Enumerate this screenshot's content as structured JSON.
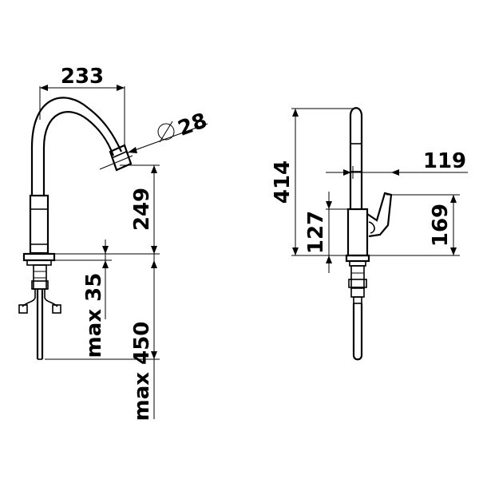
{
  "drawing": {
    "front_view": {
      "width_label": "233",
      "outlet_label": "28",
      "diameter_symbol": "⌀",
      "height_label": "249",
      "max_deck_label": "max 35",
      "max_hose_label": "max 450"
    },
    "side_view": {
      "total_height_label": "414",
      "reach_label": "119",
      "lever_height_label": "169",
      "body_height_label": "127"
    }
  }
}
